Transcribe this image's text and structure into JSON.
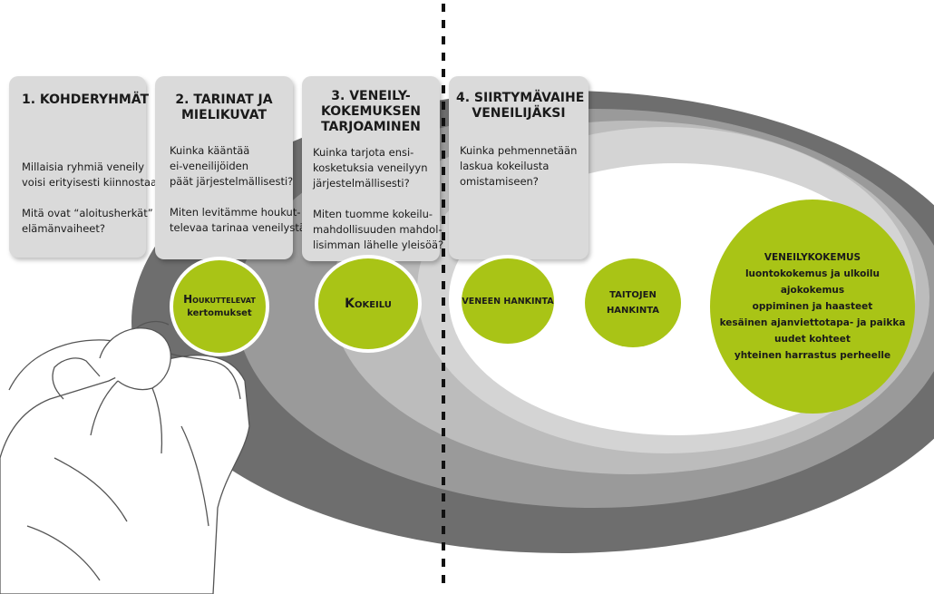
{
  "colors": {
    "outer_ellipse": "#6e6e6e",
    "band_2": "#9a9a9a",
    "band_3": "#bcbcbc",
    "band_4": "#d4d4d4",
    "inner_white": "#ffffff",
    "box": "#dadada",
    "circle_green": "#a9c416",
    "divider": "#111111"
  },
  "stages": [
    {
      "title": [
        "1. KOHDERYHMÄT"
      ],
      "questions": [
        "Millaisia ryhmiä veneily",
        "voisi erityisesti kiinnostaa?",
        "",
        "Mitä ovat “aloitusherkät”",
        "elämänvaiheet?"
      ]
    },
    {
      "title": [
        "2. TARINAT JA",
        "MIELIKUVAT"
      ],
      "questions": [
        "Kuinka kääntää",
        "ei-veneilijöiden",
        "päät järjestelmällisesti?",
        "",
        "Miten levitämme houkut-",
        "televaa tarinaa veneilystä"
      ]
    },
    {
      "title": [
        "3. VENEILY-",
        "KOKEMUKSEN",
        "TARJOAMINEN"
      ],
      "questions": [
        "Kuinka tarjota ensi-",
        "kosketuksia veneilyyn",
        "järjestelmällisesti?",
        "",
        "Miten tuomme kokeilu-",
        "mahdollisuuden mahdol-",
        "lisimman lähelle yleisöä?"
      ]
    },
    {
      "title": [
        "4. SIIRTYMÄVAIHE",
        "VENEILIJÄKSI"
      ],
      "questions": [
        "Kuinka pehmennetään",
        "laskua kokeilusta",
        "omistamiseen?"
      ]
    }
  ],
  "circles": {
    "houkuttelevat": [
      "Houkuttelevat",
      "kertomukset"
    ],
    "kokeilu": "Kokeilu",
    "veneen_hankinta": "VENEEN HANKINTA",
    "taitojen_hankinta": [
      "TAITOJEN",
      "HANKINTA"
    ],
    "veneilykokemus": [
      "VENEILYKOKEMUS",
      "luontokokemus ja ulkoilu",
      "ajokokemus",
      "oppiminen ja haasteet",
      "kesäinen ajanviettotapa- ja paikka",
      "uudet kohteet",
      "yhteinen harrastus perheelle"
    ]
  }
}
